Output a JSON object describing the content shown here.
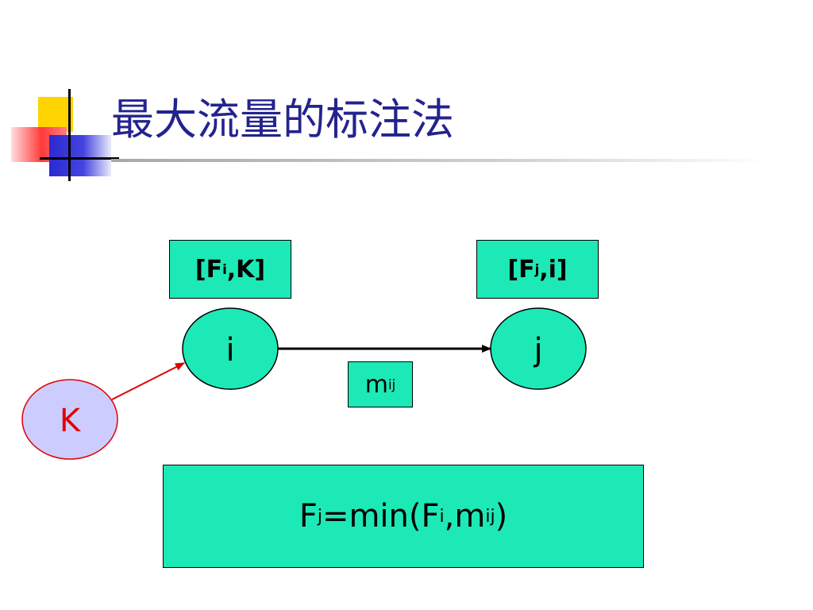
{
  "slide": {
    "title": "最大流量的标注法"
  },
  "diagram": {
    "nodes": {
      "i": {
        "text": "i",
        "fill": "#1de9b6"
      },
      "j": {
        "text": "j",
        "fill": "#1de9b6"
      },
      "K": {
        "text": "K",
        "fill": "#ccccff",
        "text_color": "#e00000",
        "border": "#e00000"
      }
    },
    "labels": {
      "i_open": "[F",
      "i_sub": "i",
      "i_close": ",K]",
      "j_open": "[F",
      "j_sub": "j",
      "j_close": ",i]"
    },
    "edge_ij": {
      "main": "m",
      "sub": "ij"
    },
    "formula": {
      "p1": "F",
      "s1": "j",
      "p2": "=min(F",
      "s2": "i",
      "p3": ",m",
      "s3": "ij",
      "p4": ")"
    },
    "colors": {
      "box_green": "#1de9b6",
      "arrow_black": "#000000",
      "arrow_red": "#e00000",
      "title_blue": "#23238e"
    }
  }
}
